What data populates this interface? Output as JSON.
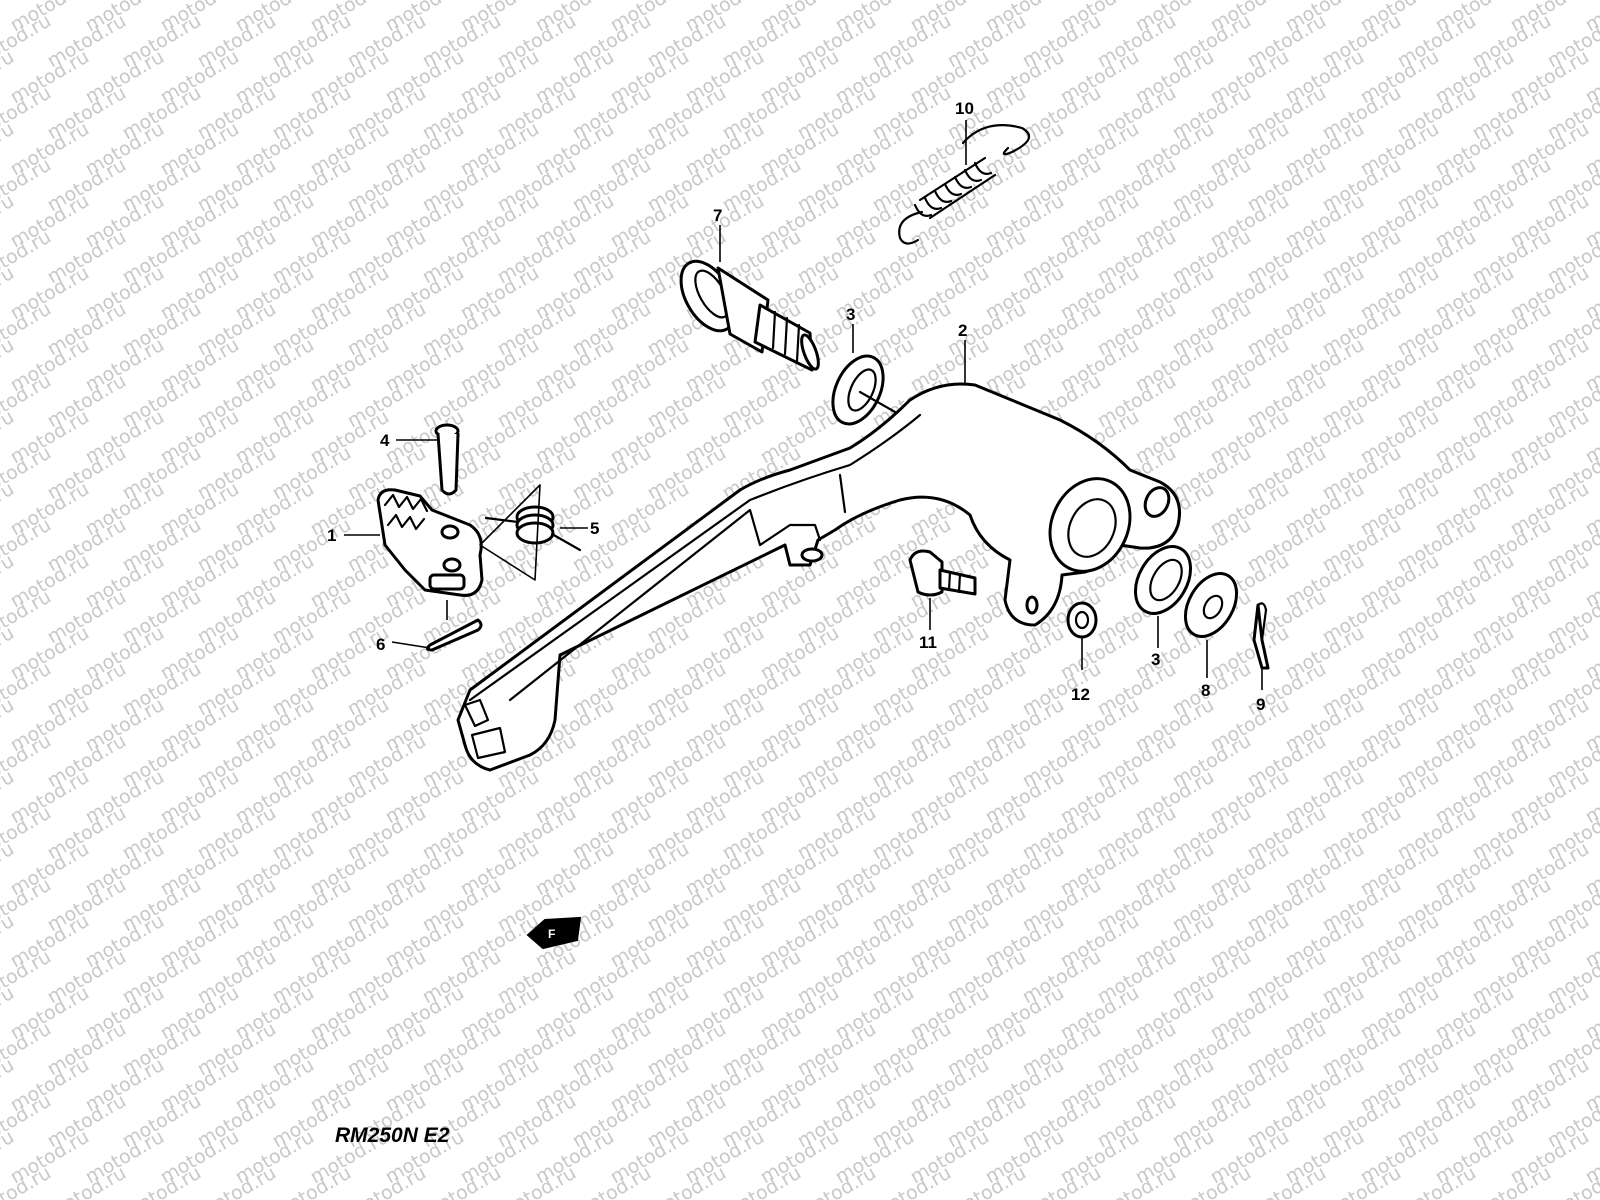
{
  "watermark": "motod.ru",
  "model_label": "RM250N E2",
  "callouts": [
    {
      "id": "1",
      "part": "brake-pedal-step"
    },
    {
      "id": "2",
      "part": "rear-brake-pedal"
    },
    {
      "id": "3",
      "part": "oil-seal"
    },
    {
      "id": "3",
      "part": "oil-seal"
    },
    {
      "id": "4",
      "part": "pin"
    },
    {
      "id": "5",
      "part": "spring"
    },
    {
      "id": "6",
      "part": "cotter-pin"
    },
    {
      "id": "7",
      "part": "pivot-bolt"
    },
    {
      "id": "8",
      "part": "washer"
    },
    {
      "id": "9",
      "part": "cotter-pin"
    },
    {
      "id": "10",
      "part": "return-spring"
    },
    {
      "id": "11",
      "part": "bolt"
    },
    {
      "id": "12",
      "part": "nut"
    }
  ],
  "direction_symbol": "F"
}
